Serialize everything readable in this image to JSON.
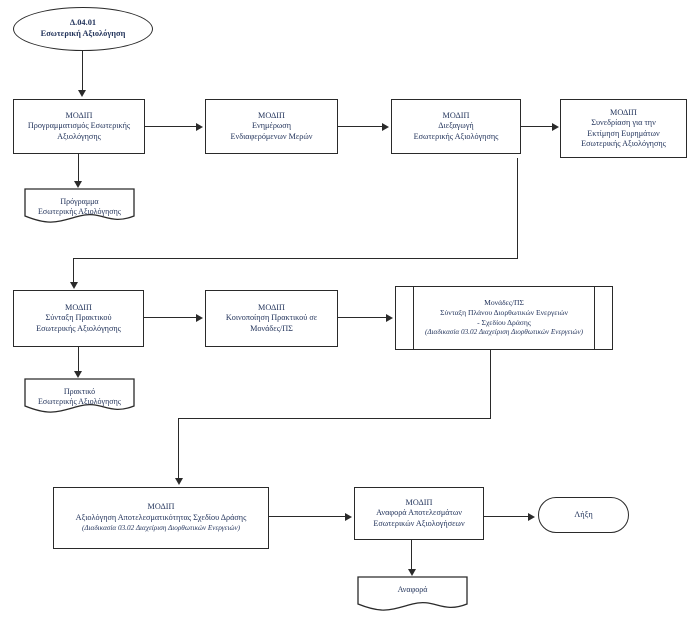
{
  "diagram": {
    "title": "Δ.04.01 Εσωτερική Αξιολόγηση",
    "colors": {
      "stroke": "#2a2a2a",
      "text": "#24355c",
      "background": "#ffffff"
    }
  },
  "nodes": {
    "start": {
      "shape": "terminator-ellipse",
      "line1": "Δ.04.01",
      "line2": "Εσωτερική Αξιολόγηση"
    },
    "p1": {
      "shape": "process",
      "actor": "ΜΟΔΙΠ",
      "text": "ΜΟΔΙΠ\nΠρογραμματισμός Εσωτερικής\nΑξιολόγησης"
    },
    "p2": {
      "shape": "process",
      "actor": "ΜΟΔΙΠ",
      "text": "ΜΟΔΙΠ\nΕνημέρωση\nΕνδιαφερόμενων Μερών"
    },
    "p3": {
      "shape": "process",
      "actor": "ΜΟΔΙΠ",
      "text": "ΜΟΔΙΠ\nΔιεξαγωγή\nΕσωτερικής Αξιολόγησης"
    },
    "p4": {
      "shape": "process",
      "actor": "ΜΟΔΙΠ",
      "text": "ΜΟΔΙΠ\nΣυνεδρίαση για την\nΕκτίμηση Ευρημάτων\nΕσωτερικής Αξιολόγησης"
    },
    "d1": {
      "shape": "document",
      "text": "Πρόγραμμα\nΕσωτερικής Αξιολόγησης"
    },
    "p5": {
      "shape": "process",
      "actor": "ΜΟΔΙΠ",
      "text": "ΜΟΔΙΠ\nΣύνταξη Πρακτικού\nΕσωτερικής Αξιολόγησης"
    },
    "p6": {
      "shape": "process",
      "actor": "ΜΟΔΙΠ",
      "text": "ΜΟΔΙΠ\nΚοινοποίηση Πρακτικού σε\nΜονάδες/ΠΣ"
    },
    "p7": {
      "shape": "predefined-process",
      "actor": "Μονάδες/ΠΣ",
      "text": "Μονάδες/ΠΣ\nΣύνταξη Πλάνου Διορθωτικών Ενεργειών\n- Σχεδίου Δράσης",
      "ref": "(Διαδικασία 03.02 Διαχείριση Διορθωτικών Ενεργειών)"
    },
    "d2": {
      "shape": "document",
      "text": "Πρακτικό\nΕσωτερικής Αξιολόγησης"
    },
    "p8": {
      "shape": "process",
      "actor": "ΜΟΔΙΠ",
      "text": "ΜΟΔΙΠ\nΑξιολόγηση Αποτελεσματικότητας Σχεδίου Δράσης",
      "ref": "(Διαδικασία 03.02 Διαχείριση Διορθωτικών Ενεργειών)"
    },
    "p9": {
      "shape": "process",
      "actor": "ΜΟΔΙΠ",
      "text": "ΜΟΔΙΠ\nΑναφορά Αποτελεσμάτων\nΕσωτερικών Αξιολογήσεων"
    },
    "end": {
      "shape": "terminator-round",
      "text": "Λήξη"
    },
    "d3": {
      "shape": "document",
      "text": "Αναφορά"
    }
  }
}
